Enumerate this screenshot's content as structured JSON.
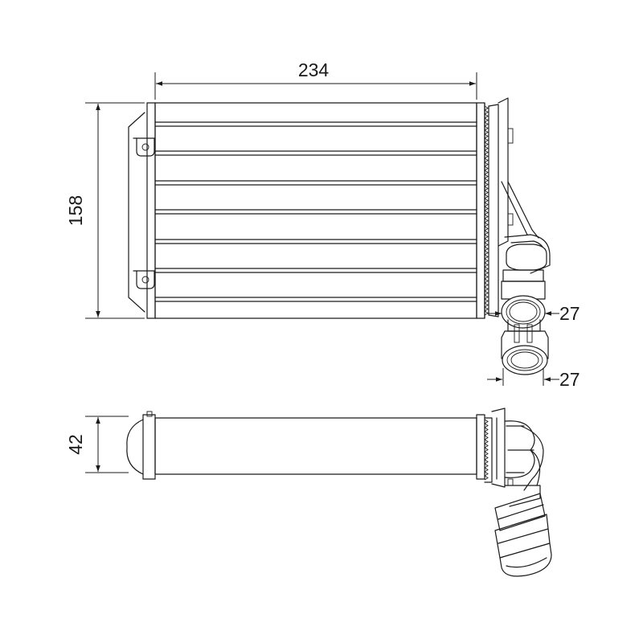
{
  "dimensions": {
    "width": "234",
    "height": "158",
    "depth": "42",
    "pipe_upper": "27",
    "pipe_lower": "27"
  },
  "colors": {
    "line": "#1a1a1a",
    "background": "#ffffff"
  }
}
